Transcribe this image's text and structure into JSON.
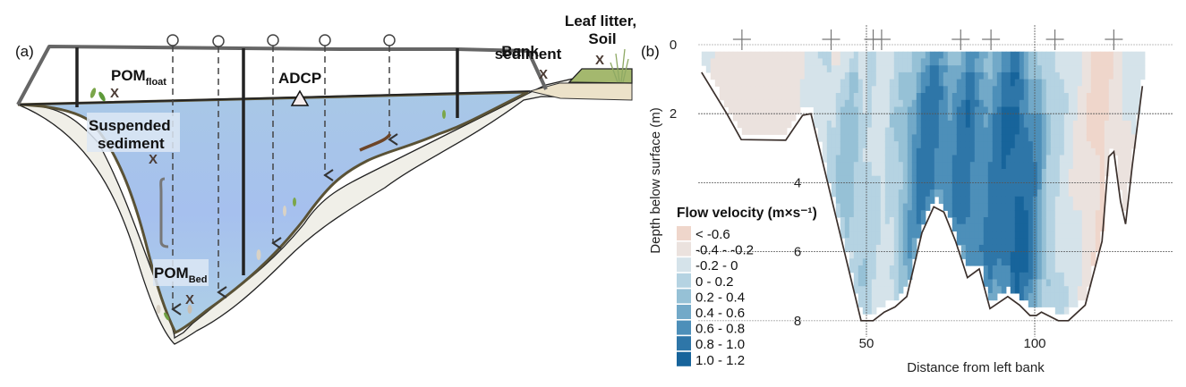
{
  "panel_a": {
    "label": "(a)",
    "labels": {
      "pom_float_main": "POM",
      "pom_float_sub": "float",
      "suspended_line1": "Suspended",
      "suspended_line2": "sediment",
      "adcp": "ADCP",
      "bank_line1": "Bank",
      "bank_line2": "sediment",
      "leaf_line1": "Leaf litter,",
      "leaf_line2": "Soil",
      "pom_bed_main": "POM",
      "pom_bed_sub": "Bed"
    },
    "sample_marker": "X",
    "colors": {
      "water": "#a9c6e8",
      "bank_soil": "#e9dfc6",
      "grass": "#9bb466",
      "frame": "#666666",
      "marker": "#4a3a33"
    }
  },
  "panel_b": {
    "label": "(b)",
    "chart_data": {
      "type": "heatmap",
      "title": "",
      "xlabel": "Distance from left bank",
      "ylabel": "Depth below surface (m)",
      "x_ticks": [
        50,
        100
      ],
      "y_ticks": [
        0,
        2,
        4,
        6,
        8
      ],
      "xlim": [
        0,
        140
      ],
      "ylim": [
        8,
        0
      ],
      "grid": true,
      "legend": {
        "title": "Flow velocity (m×s⁻¹)",
        "placement": "left",
        "classes": [
          {
            "label": "< -0.6",
            "color": "#efd6cb"
          },
          {
            "label": "-0.4 - -0.2",
            "color": "#ebe2de"
          },
          {
            "label": "-0.2 - 0",
            "color": "#d5e3ea"
          },
          {
            "label": "0 - 0.2",
            "color": "#b5d3e2"
          },
          {
            "label": "0.2 - 0.4",
            "color": "#96c1d6"
          },
          {
            "label": "0.4 - 0.6",
            "color": "#72a9c8"
          },
          {
            "label": "0.6 - 0.8",
            "color": "#4d8fb9"
          },
          {
            "label": "0.8 - 1.0",
            "color": "#2e76a8"
          },
          {
            "label": "1.0 - 1.2",
            "color": "#17649b"
          }
        ]
      },
      "bed_profile": {
        "x": [
          1,
          8.5,
          12.8,
          26,
          31,
          33.5,
          48.4,
          52,
          55.3,
          58.5,
          62,
          66.5,
          70,
          73,
          76.5,
          80,
          83.5,
          86.7,
          92,
          95.5,
          98.6,
          100.5,
          102,
          107,
          110,
          115,
          120,
          122,
          123.5,
          125.5,
          127,
          129,
          132
        ],
        "depth": [
          0.8,
          2.0,
          2.75,
          2.77,
          2.05,
          2.0,
          8.0,
          8.0,
          7.75,
          7.6,
          7.3,
          5.45,
          4.7,
          4.85,
          5.7,
          6.75,
          6.5,
          7.65,
          7.3,
          7.55,
          7.85,
          7.85,
          7.75,
          8.0,
          8.0,
          7.55,
          5.7,
          3.25,
          3.1,
          4.55,
          5.2,
          3.5,
          1.2
        ]
      },
      "sampling_markers_x": [
        13,
        39.5,
        52,
        54.5,
        78,
        87,
        106,
        123.5
      ],
      "velocity_columns": {
        "x": [
          1,
          5,
          10,
          15,
          20,
          25,
          30,
          35,
          40,
          45,
          50,
          55,
          60,
          65,
          70,
          75,
          80,
          85,
          90,
          95,
          100,
          105,
          110,
          115,
          120,
          125,
          130
        ],
        "class_index": [
          2,
          1,
          1,
          1,
          1,
          1,
          1,
          2,
          3,
          4,
          3,
          2,
          4,
          6,
          7,
          6,
          7,
          6,
          7,
          8,
          6,
          3,
          2,
          1,
          0,
          1,
          2
        ]
      }
    }
  }
}
